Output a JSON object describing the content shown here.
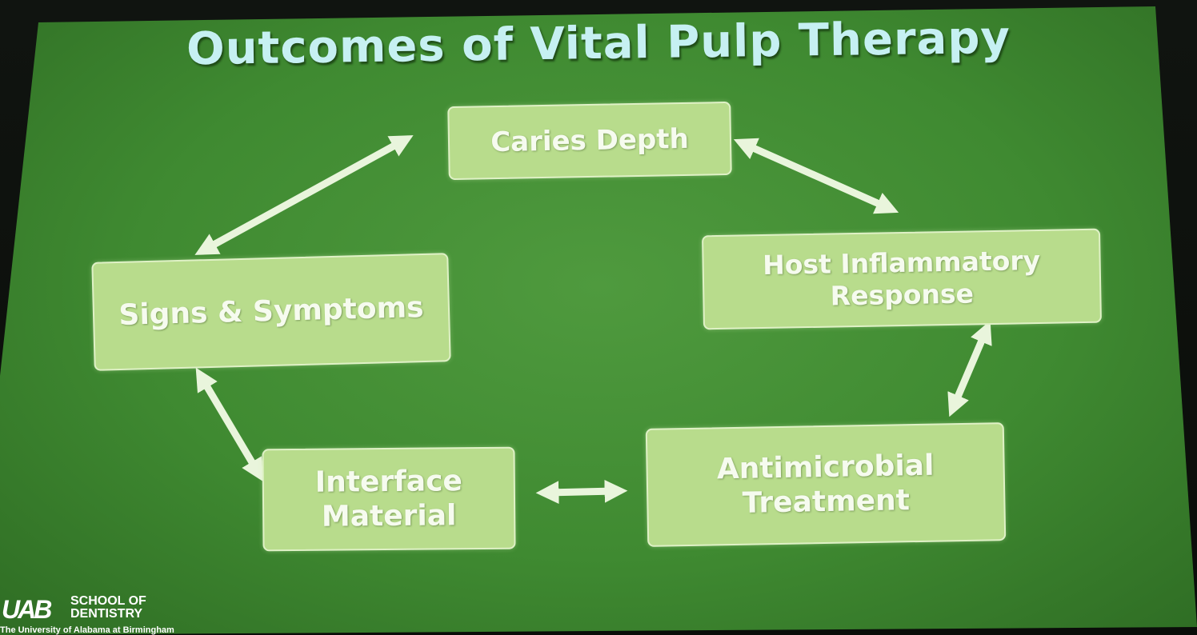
{
  "title": "Outcomes of Vital Pulp Therapy",
  "nodes": {
    "caries": "Caries Depth",
    "host": "Host Inflammatory\nResponse",
    "antimicrobial": "Antimicrobial\nTreatment",
    "interface": "Interface\nMaterial",
    "signs": "Signs & Symptoms"
  },
  "edges": [
    {
      "from": "Caries Depth",
      "to": "Host Inflammatory Response",
      "direction": "bidirectional"
    },
    {
      "from": "Host Inflammatory Response",
      "to": "Antimicrobial Treatment",
      "direction": "bidirectional"
    },
    {
      "from": "Antimicrobial Treatment",
      "to": "Interface Material",
      "direction": "bidirectional"
    },
    {
      "from": "Interface Material",
      "to": "Signs & Symptoms",
      "direction": "bidirectional"
    },
    {
      "from": "Signs & Symptoms",
      "to": "Caries Depth",
      "direction": "bidirectional"
    }
  ],
  "logo": {
    "mark": "UAB",
    "school": "SCHOOL OF\nDENTISTRY",
    "university": "The University of Alabama at Birmingham"
  },
  "colors": {
    "background": "#4f9a3e",
    "box_fill": "#b8dc8c",
    "box_text": "#f6fbef",
    "title_text": "#c6f0f2",
    "arrow": "#e9f5dc"
  }
}
